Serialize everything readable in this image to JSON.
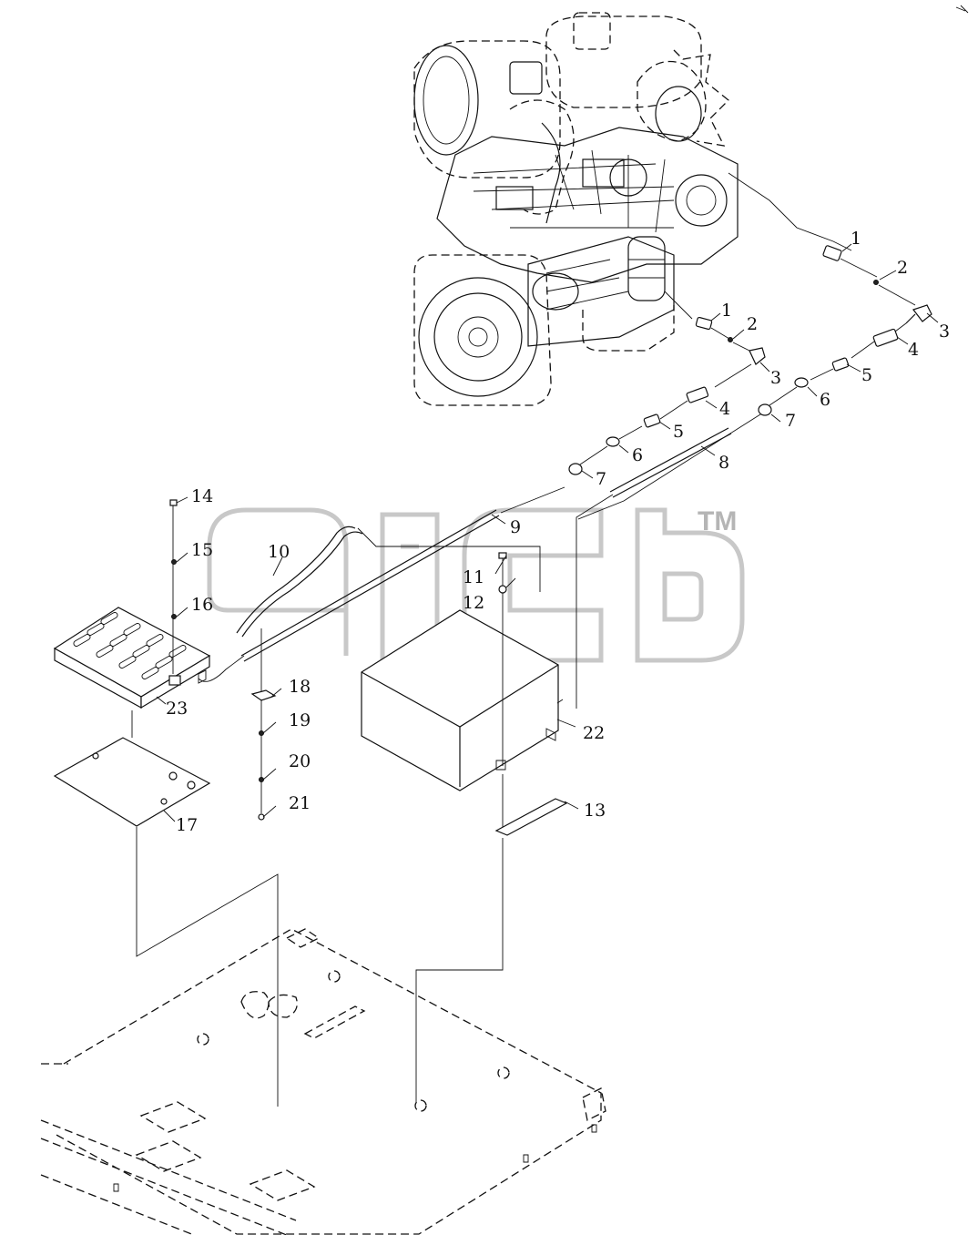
{
  "diagram": {
    "part_callouts": [
      {
        "id": "c1a",
        "label": "1"
      },
      {
        "id": "c2a",
        "label": "2"
      },
      {
        "id": "c3a",
        "label": "3"
      },
      {
        "id": "c4a",
        "label": "4"
      },
      {
        "id": "c5a",
        "label": "5"
      },
      {
        "id": "c6a",
        "label": "6"
      },
      {
        "id": "c7a",
        "label": "7"
      },
      {
        "id": "c1b",
        "label": "1"
      },
      {
        "id": "c2b",
        "label": "2"
      },
      {
        "id": "c3b",
        "label": "3"
      },
      {
        "id": "c4b",
        "label": "4"
      },
      {
        "id": "c5b",
        "label": "5"
      },
      {
        "id": "c6b",
        "label": "6"
      },
      {
        "id": "c7b",
        "label": "7"
      },
      {
        "id": "c8",
        "label": "8"
      },
      {
        "id": "c9",
        "label": "9"
      },
      {
        "id": "c10",
        "label": "10"
      },
      {
        "id": "c11",
        "label": "11"
      },
      {
        "id": "c12",
        "label": "12"
      },
      {
        "id": "c13",
        "label": "13"
      },
      {
        "id": "c14",
        "label": "14"
      },
      {
        "id": "c15",
        "label": "15"
      },
      {
        "id": "c16",
        "label": "16"
      },
      {
        "id": "c17",
        "label": "17"
      },
      {
        "id": "c18",
        "label": "18"
      },
      {
        "id": "c19",
        "label": "19"
      },
      {
        "id": "c20",
        "label": "20"
      },
      {
        "id": "c21",
        "label": "21"
      },
      {
        "id": "c22",
        "label": "22"
      },
      {
        "id": "c23",
        "label": "23"
      }
    ]
  },
  "watermark": {
    "trademark": "TM"
  }
}
